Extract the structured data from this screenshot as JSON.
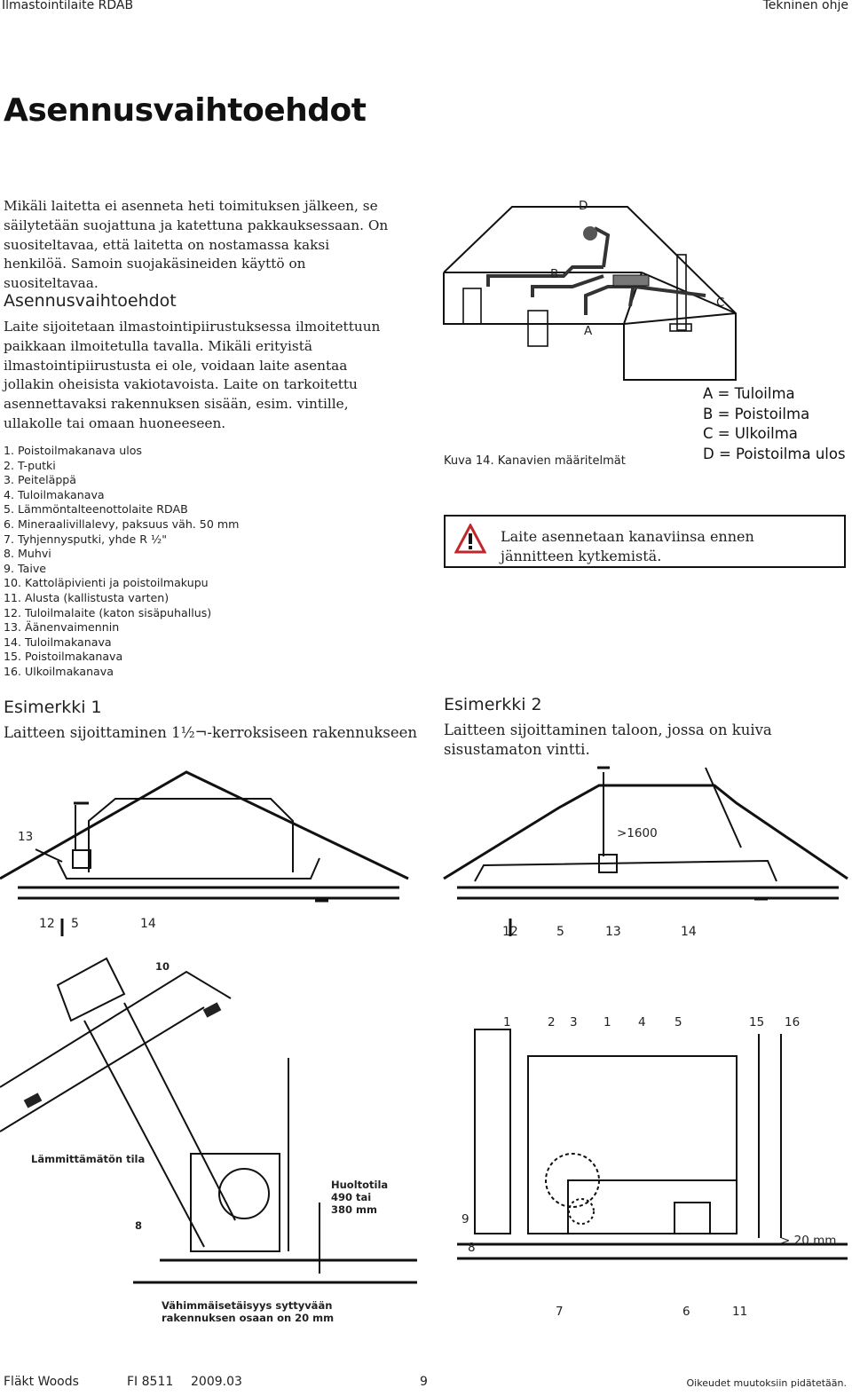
{
  "header": {
    "left": "Ilmastointilaite RDAB",
    "right": "Tekninen ohje"
  },
  "title": "Asennusvaihtoehdot",
  "intro": "Mikäli laitetta ei asenneta heti toimituksen jälkeen, se säilytetään suojattuna ja katettuna pakkauksessaan. On suositeltavaa, että laitetta on nostamassa kaksi henkilöä. Samoin suojakäsineiden käyttö on suositeltavaa.",
  "section": {
    "heading": "Asennusvaihtoehdot",
    "body": "Laite sijoitetaan ilmastointipiirustuksessa ilmoitettuun paikkaan ilmoitetulla tavalla. Mikäli erityistä ilmastointipiirustusta ei ole, voidaan laite asentaa jollakin oheisista vakiotavoista. Laite on tarkoitettu asennettavaksi rakennuksen sisään, esim. vintille, ullakolle tai omaan huoneeseen."
  },
  "parts": [
    "1. Poistoilmakanava ulos",
    "2. T-putki",
    "3. Peiteläppä",
    "4. Tuloilmakanava",
    "5. Lämmöntalteenottolaite RDAB",
    "6. Mineraalivillalevy, paksuus väh. 50 mm",
    "7. Tyhjennysputki, yhde R ½\"",
    "8. Muhvi",
    "9. Taive",
    "10. Kattoläpivienti ja poistoilmakupu",
    "11. Alusta (kallistusta varten)",
    "12. Tuloilmalaite (katon sisäpuhallus)",
    "13. Äänenvaimennin",
    "14. Tuloilmakanava",
    "15. Poistoilmakanava",
    "16. Ulkoilmakanava"
  ],
  "figure14": {
    "labels": {
      "a": "A",
      "b": "B",
      "c": "C",
      "d": "D"
    },
    "caption": "Kuva 14. Kanavien määritelmät",
    "legend": [
      "A = Tuloilma",
      "B = Poistoilma",
      "C = Ulkoilma",
      "D = Poistoilma ulos"
    ]
  },
  "warning": {
    "icon": "warning-triangle-icon",
    "text_line1": "Laite asennetaan kanaviinsa ennen",
    "text_line2": "jännitteen kytkemistä."
  },
  "example1": {
    "heading": "Esimerkki 1",
    "text": "Laitteen sijoittaminen 1½¬-kerroksiseen rakennukseen",
    "labels": {
      "l13": "13",
      "l12": "12",
      "l5": "5",
      "l14": "14"
    }
  },
  "example2": {
    "heading": "Esimerkki 2",
    "text": "Laitteen sijoittaminen taloon, jossa on kuiva sisustamaton vintti.",
    "labels": {
      "dim": ">1600",
      "l12": "12",
      "l5": "5",
      "l13": "13",
      "l14": "14"
    }
  },
  "detail_left": {
    "l10": "10",
    "unheated": "Lämmittämätön tila",
    "l8": "8",
    "room1": "Huoltotila",
    "room2": "490 tai",
    "room3": "380 mm",
    "min1": "Vähimmäisetäisyys syttyvään",
    "min2": "rakennuksen osaan on 20 mm"
  },
  "detail_right": {
    "top": [
      "1",
      "2",
      "3",
      "1",
      "4",
      "5",
      "15",
      "16"
    ],
    "l9": "9",
    "l8": "8",
    "dim": "> 20 mm",
    "bottom": [
      "7",
      "6",
      "11"
    ]
  },
  "footer": {
    "brand": "Fläkt Woods",
    "code": "FI 8511",
    "date": "2009.03",
    "page": "9",
    "rights": "Oikeudet muutoksiin pidätetään."
  }
}
